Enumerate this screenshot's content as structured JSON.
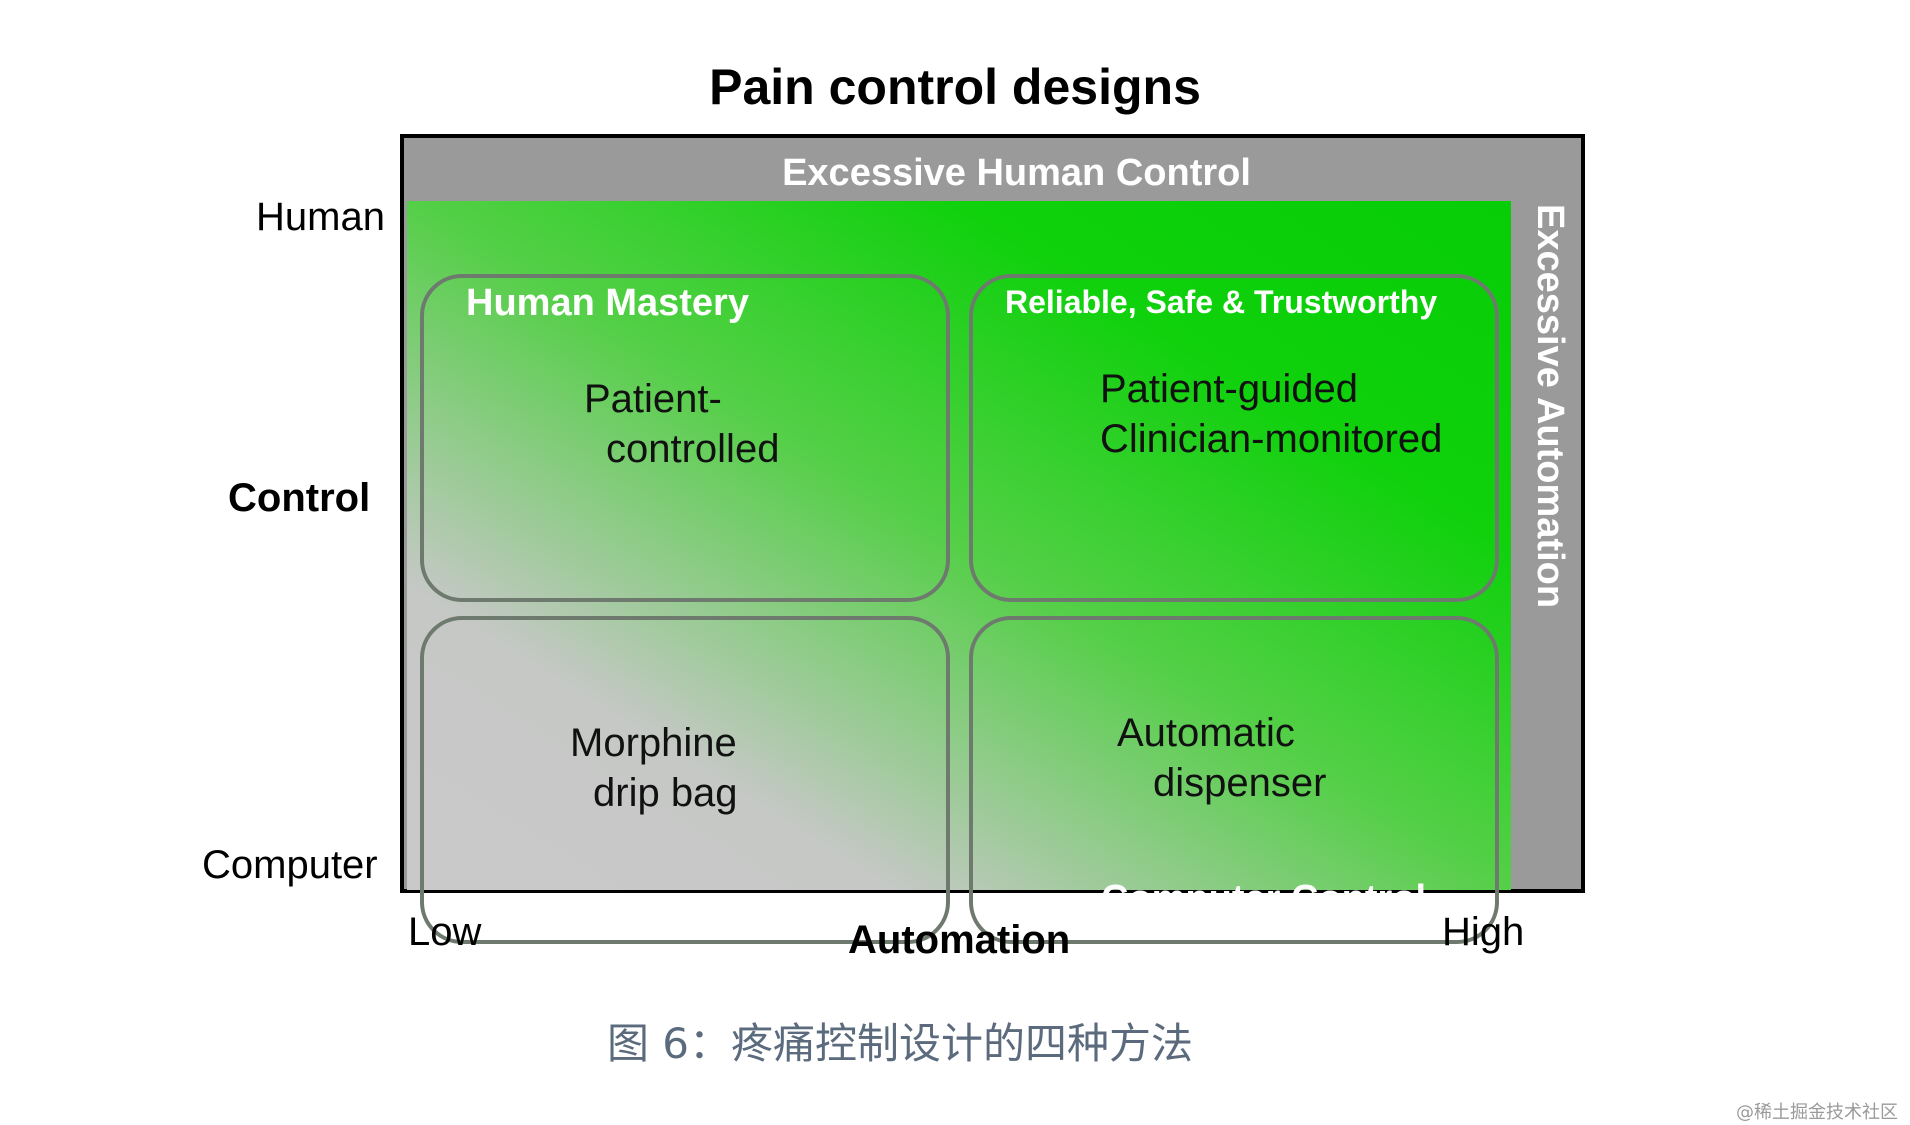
{
  "title": "Pain control designs",
  "bands": {
    "top": "Excessive Human Control",
    "right": "Excessive Automation"
  },
  "quadrants": {
    "top_left": {
      "label": "Human Mastery",
      "lines": [
        "Patient-",
        "controlled"
      ]
    },
    "top_right": {
      "label": "Reliable, Safe & Trustworthy",
      "lines": [
        "Patient-guided",
        "Clinician-monitored"
      ]
    },
    "bottom_left": {
      "label": "",
      "lines": [
        "Morphine",
        "drip bag"
      ]
    },
    "bottom_right": {
      "label": "Computer Control",
      "lines": [
        "Automatic",
        "dispenser"
      ]
    }
  },
  "y_axis": {
    "name": "Control",
    "top": "Human",
    "bottom": "Computer"
  },
  "x_axis": {
    "name": "Automation",
    "left": "Low",
    "right": "High"
  },
  "caption": "图 6：疼痛控制设计的四种方法",
  "watermark": "@稀土掘金技术社区",
  "colors": {
    "band_gray": "#9a9a9a",
    "green": "#06cd06",
    "gray_fill": "#c9c9c9",
    "caption": "#5b6b7d"
  }
}
